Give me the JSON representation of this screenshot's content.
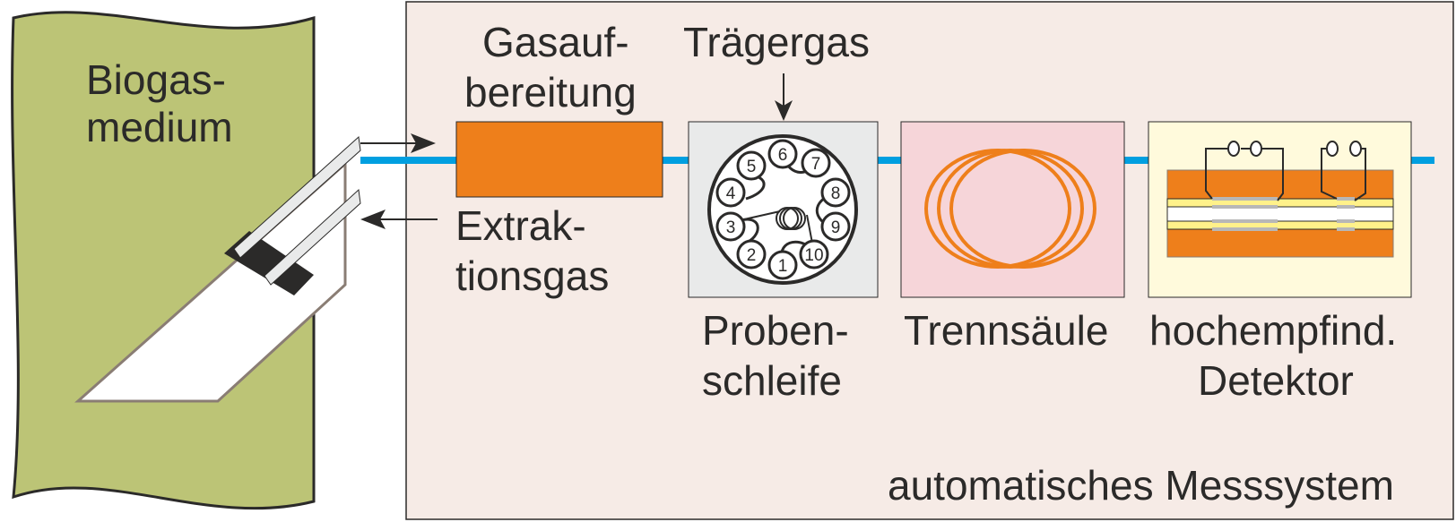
{
  "title": "Biogas-Messsystem Schema",
  "colors": {
    "medium_green": "#bcc476",
    "system_bg": "#f6ebe6",
    "gas_line": "#009fe0",
    "orange": "#ee7f1b",
    "sample_loop_bg": "#e9eaea",
    "column_bg": "#f6d5d9",
    "detector_bg": "#fffadc",
    "detector_yellow": "#fff18a",
    "detector_grey": "#b7b7b7",
    "outline": "#2b2a29",
    "probe_outline": "#8a7d74"
  },
  "labels": {
    "medium_line1": "Biogas-",
    "medium_line2": "medium",
    "gas_prep_line1": "Gasauf-",
    "gas_prep_line2": "bereitung",
    "carrier_gas": "Trägergas",
    "extraction_line1": "Extrak-",
    "extraction_line2": "tionsgas",
    "sample_loop_line1": "Proben-",
    "sample_loop_line2": "schleife",
    "column": "Trennsäule",
    "detector_line1": "hochempfind.",
    "detector_line2": "Detektor",
    "system": "automatisches Messsystem"
  },
  "valve_ports": [
    "1",
    "2",
    "3",
    "4",
    "5",
    "6",
    "7",
    "8",
    "9",
    "10"
  ]
}
